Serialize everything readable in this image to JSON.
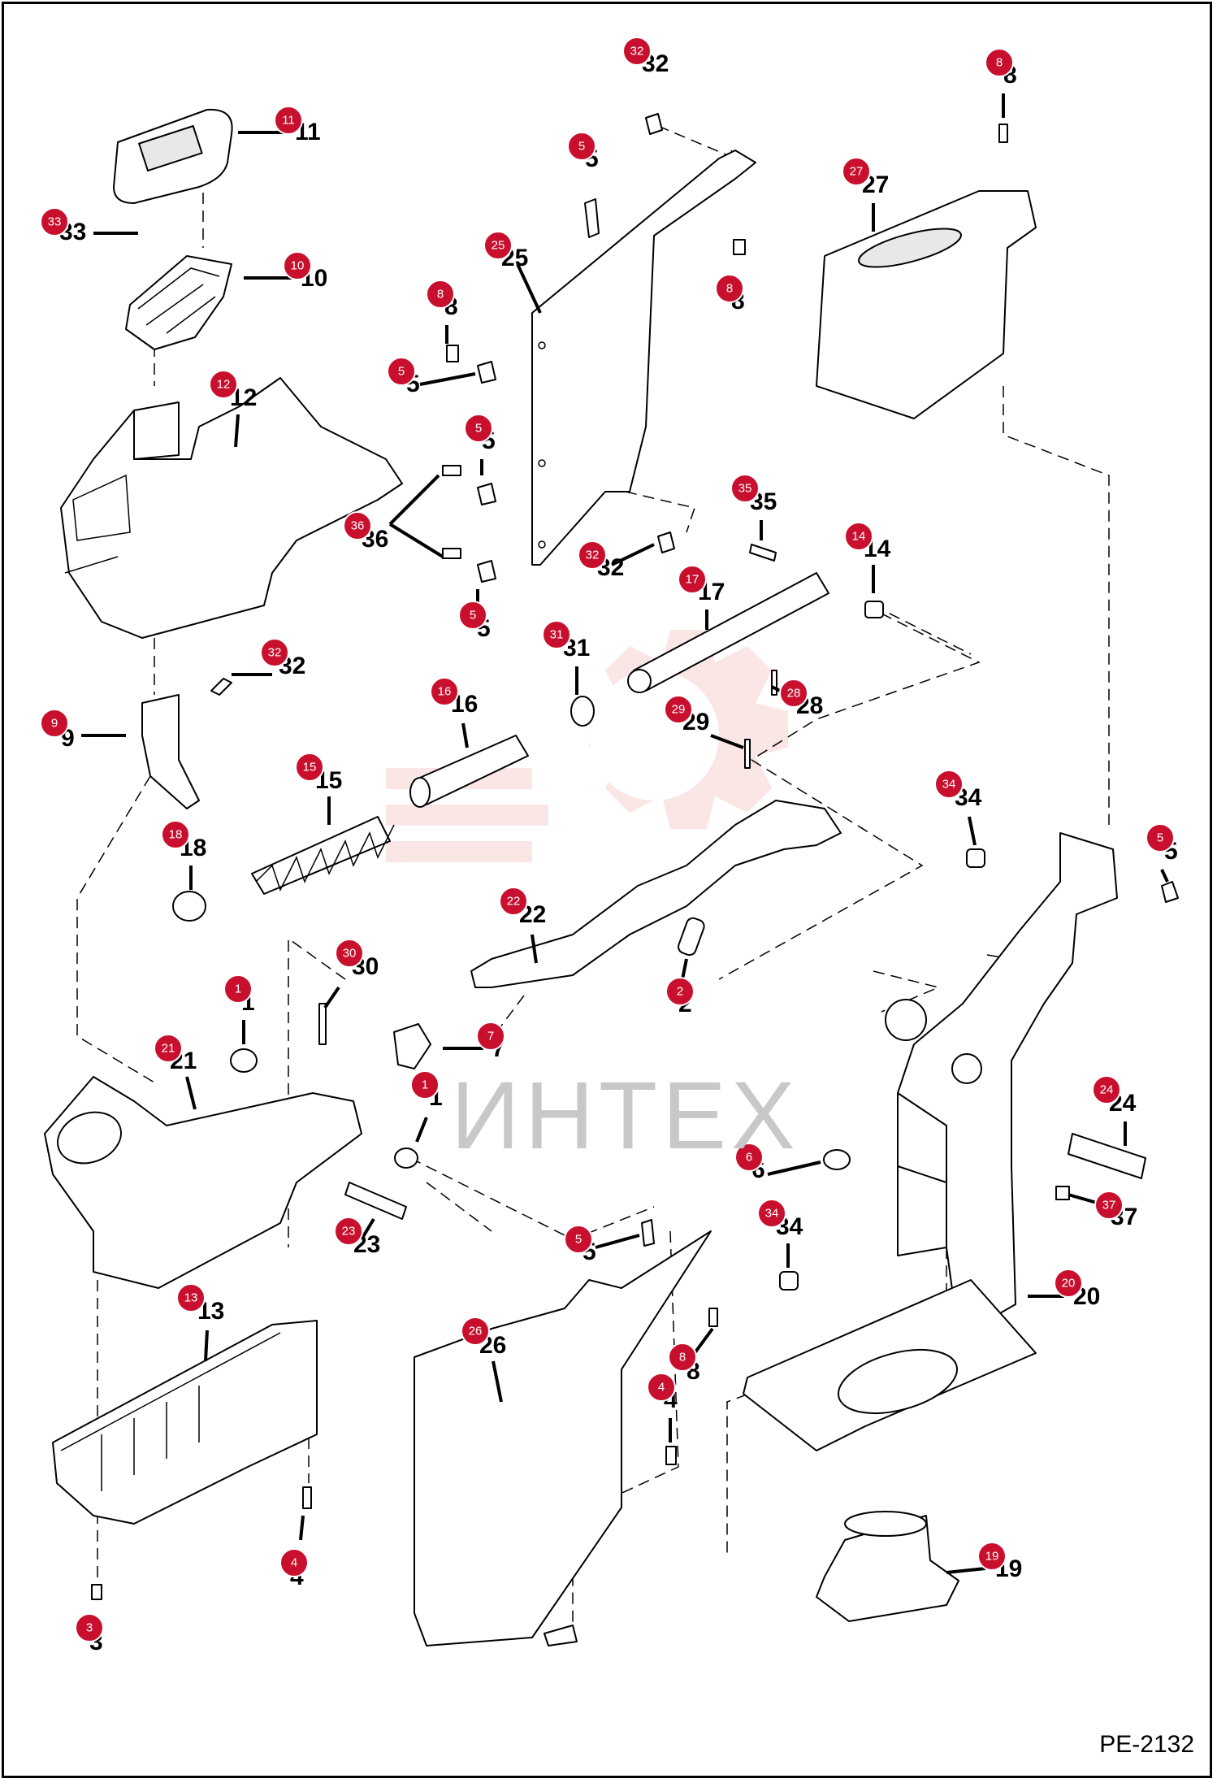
{
  "watermark": {
    "text": "ИНТЕХ",
    "color": "#f4b8b8"
  },
  "drawing_code": "PE-2132",
  "badge_color": "#c8102e",
  "callouts": [
    {
      "id": "11",
      "label": "11"
    },
    {
      "id": "33",
      "label": "33"
    },
    {
      "id": "10",
      "label": "10"
    },
    {
      "id": "12",
      "label": "12"
    },
    {
      "id": "32a",
      "label": "32"
    },
    {
      "id": "5a",
      "label": "5"
    },
    {
      "id": "25",
      "label": "25"
    },
    {
      "id": "8a",
      "label": "8"
    },
    {
      "id": "8b",
      "label": "8"
    },
    {
      "id": "5b",
      "label": "5"
    },
    {
      "id": "5c",
      "label": "5"
    },
    {
      "id": "36",
      "label": "36"
    },
    {
      "id": "32b",
      "label": "32"
    },
    {
      "id": "5d",
      "label": "5"
    },
    {
      "id": "8c",
      "label": "8"
    },
    {
      "id": "27",
      "label": "27"
    },
    {
      "id": "35",
      "label": "35"
    },
    {
      "id": "14",
      "label": "14"
    },
    {
      "id": "17",
      "label": "17"
    },
    {
      "id": "31",
      "label": "31"
    },
    {
      "id": "28",
      "label": "28"
    },
    {
      "id": "32c",
      "label": "32"
    },
    {
      "id": "9",
      "label": "9"
    },
    {
      "id": "16",
      "label": "16"
    },
    {
      "id": "29",
      "label": "29"
    },
    {
      "id": "15",
      "label": "15"
    },
    {
      "id": "18",
      "label": "18"
    },
    {
      "id": "34a",
      "label": "34"
    },
    {
      "id": "5e",
      "label": "5"
    },
    {
      "id": "22",
      "label": "22"
    },
    {
      "id": "2",
      "label": "2"
    },
    {
      "id": "30",
      "label": "30"
    },
    {
      "id": "1a",
      "label": "1"
    },
    {
      "id": "7",
      "label": "7"
    },
    {
      "id": "21",
      "label": "21"
    },
    {
      "id": "1b",
      "label": "1"
    },
    {
      "id": "24",
      "label": "24"
    },
    {
      "id": "6",
      "label": "6"
    },
    {
      "id": "37",
      "label": "37"
    },
    {
      "id": "34b",
      "label": "34"
    },
    {
      "id": "23",
      "label": "23"
    },
    {
      "id": "5f",
      "label": "5"
    },
    {
      "id": "20",
      "label": "20"
    },
    {
      "id": "13",
      "label": "13"
    },
    {
      "id": "26",
      "label": "26"
    },
    {
      "id": "8d",
      "label": "8"
    },
    {
      "id": "4a",
      "label": "4"
    },
    {
      "id": "19",
      "label": "19"
    },
    {
      "id": "4b",
      "label": "4"
    },
    {
      "id": "3",
      "label": "3"
    }
  ]
}
